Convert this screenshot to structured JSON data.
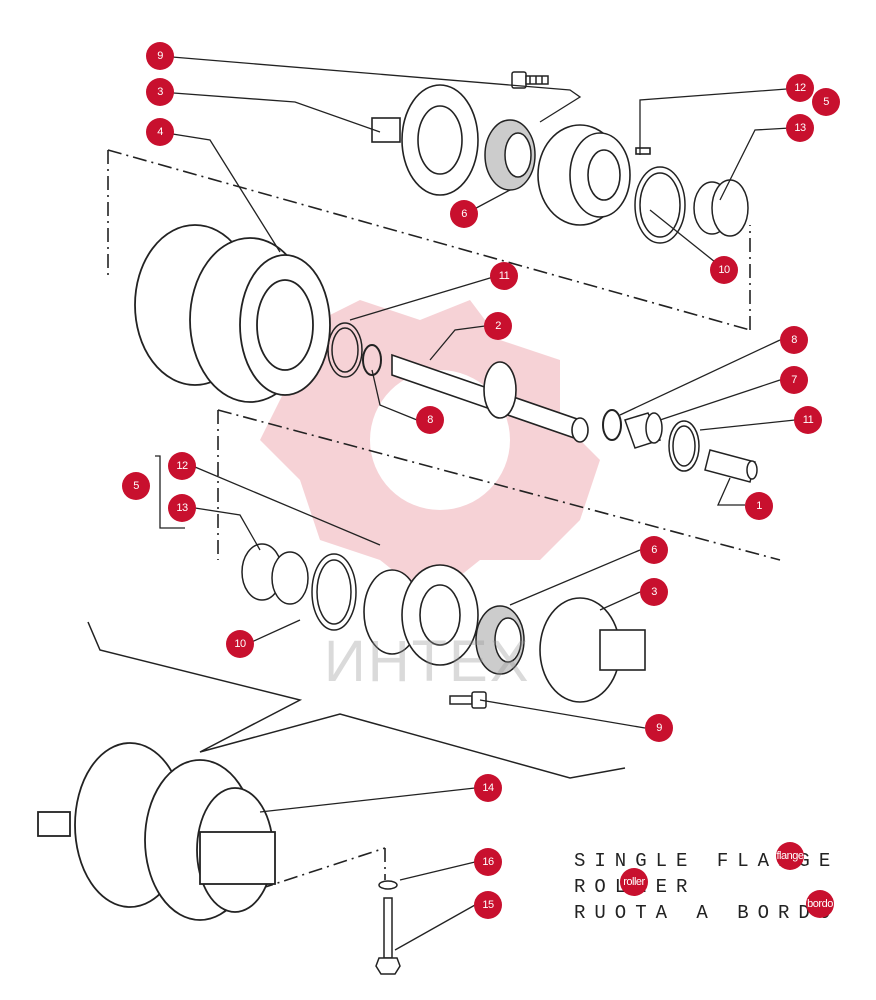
{
  "diagram": {
    "caption_lines": [
      "SINGLE FLANGE",
      "ROLLER",
      "RUOTA A BORDO"
    ],
    "watermark_text": "ИНТЕХ",
    "callouts": [
      {
        "n": "9"
      },
      {
        "n": "3"
      },
      {
        "n": "4"
      },
      {
        "n": "12"
      },
      {
        "n": "5"
      },
      {
        "n": "13"
      },
      {
        "n": "6"
      },
      {
        "n": "10"
      },
      {
        "n": "11"
      },
      {
        "n": "2"
      },
      {
        "n": "8"
      },
      {
        "n": "8"
      },
      {
        "n": "7"
      },
      {
        "n": "11"
      },
      {
        "n": "1"
      },
      {
        "n": "5"
      },
      {
        "n": "12"
      },
      {
        "n": "13"
      },
      {
        "n": "6"
      },
      {
        "n": "3"
      },
      {
        "n": "10"
      },
      {
        "n": "9"
      },
      {
        "n": "14"
      },
      {
        "n": "16"
      },
      {
        "n": "15"
      }
    ],
    "caption_tags": [
      "flange",
      "roller",
      "bordo"
    ]
  },
  "colors": {
    "callout": "#c8102e",
    "line": "#222222",
    "watermark": "#e8a0a8"
  }
}
